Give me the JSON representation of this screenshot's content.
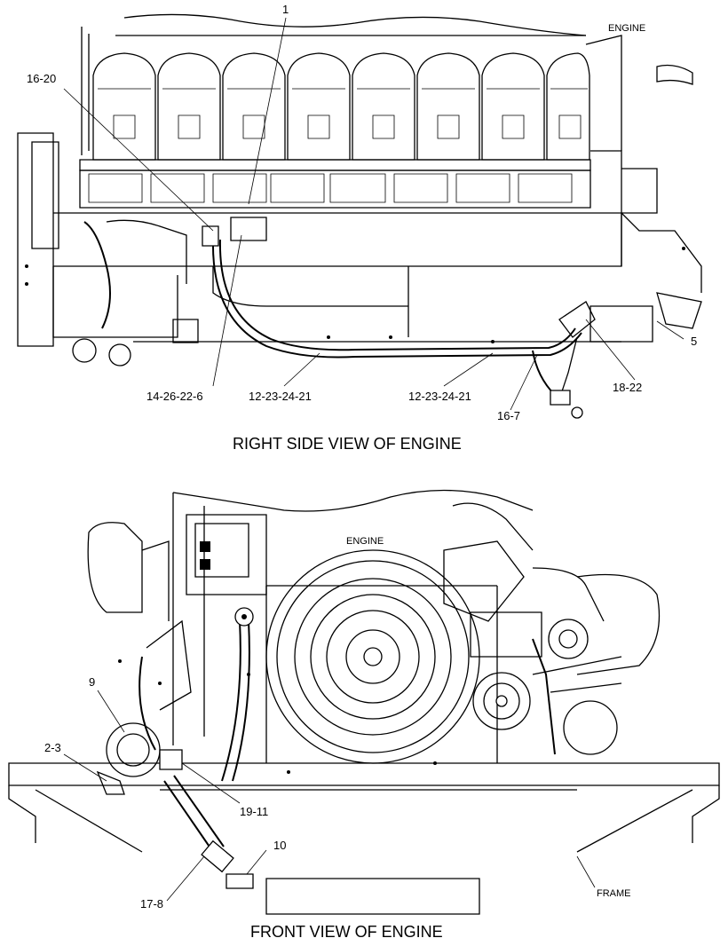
{
  "views": {
    "right_side": {
      "caption": "RIGHT SIDE VIEW OF ENGINE",
      "engine_label": "ENGINE",
      "callouts": [
        "1",
        "16-20",
        "5",
        "18-22",
        "14-26-22-6",
        "12-23-24-21",
        "12-23-24-21",
        "16-7"
      ]
    },
    "front": {
      "caption": "FRONT VIEW OF ENGINE",
      "engine_label": "ENGINE",
      "frame_label": "FRAME",
      "callouts": [
        "9",
        "2-3",
        "19-11",
        "10",
        "17-8"
      ]
    }
  }
}
